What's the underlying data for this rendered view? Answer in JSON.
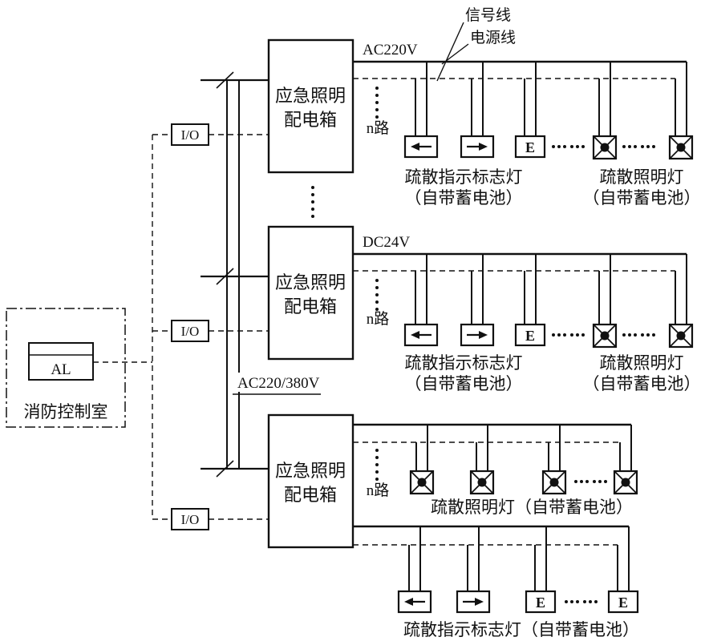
{
  "legend": {
    "signal_line": "信号线",
    "power_line": "电源线"
  },
  "control_room": {
    "panel": "AL",
    "label": "消防控制室"
  },
  "io_module": {
    "label": "I/O"
  },
  "riser": {
    "label": "AC220/380V"
  },
  "distribution_box": {
    "name_line1": "应急照明",
    "name_line2": "配电箱"
  },
  "branch": {
    "n_circuits": "n路"
  },
  "voltages": {
    "circuit1": "AC220V",
    "circuit2": "DC24V"
  },
  "devices": {
    "exit_sign": "E"
  },
  "rows": {
    "row1": {
      "indicator": "疏散指示标志灯",
      "indicator_note": "（自带蓄电池）",
      "lighting": "疏散照明灯",
      "lighting_note": "（自带蓄电池）"
    },
    "row2": {
      "indicator": "疏散指示标志灯",
      "indicator_note": "（自带蓄电池）",
      "lighting": "疏散照明灯",
      "lighting_note": "（自带蓄电池）"
    },
    "row3": {
      "lighting": "疏散照明灯（自带蓄电池）"
    },
    "row4": {
      "indicator": "疏散指示标志灯（自带蓄电池）"
    }
  }
}
